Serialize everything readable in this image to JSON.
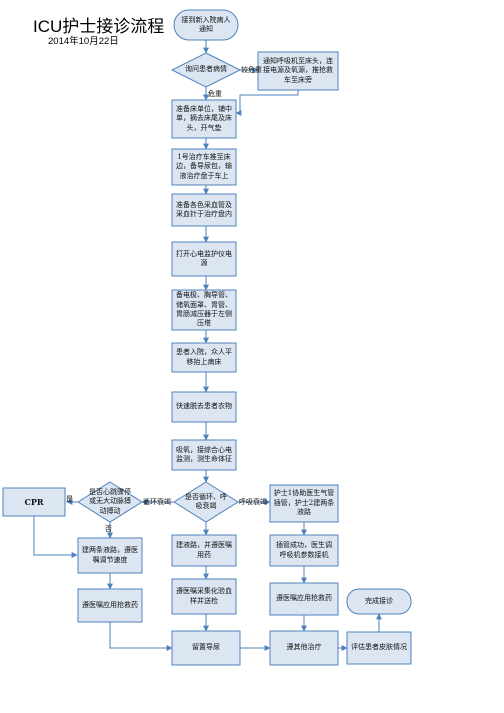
{
  "header": {
    "title": "ICU护士接诊流程",
    "date": "2014年10月22日"
  },
  "nodes": {
    "n_start": "接到新入院病人通知",
    "n_ask": "询问患者病情",
    "n_notify": "通知呼吸机至床头，连接电源及氧源，推抢救车至床旁",
    "n_prep_bed": "准备床单位，铺中单，摘去床尾及床头，开气垫",
    "n_bed1": "1号治疗车推至床边，备导尿包，输液治疗盘于车上",
    "n_tubes": "准备各色采血管及采血针于治疗盘内",
    "n_monitor": "打开心电监护仪电源",
    "n_supplies": "备电极、胸导管、储氧面罩、胃管、胃肠减压器于左侧压塔",
    "n_arrive": "患者入院，众人平移抬上病床",
    "n_undress": "快速脱去患者衣物",
    "n_oxygen": "吸氧，接综合心电监测，测生命体征",
    "n_breath": "是否循环、呼吸衰竭",
    "n_cardiac": "是否心跳骤停或无大动脉搏动搏动",
    "n_cpr": "CPR",
    "n_iv_left": "建两条液路，遵医嘱调节速度",
    "n_med_left": "遵医嘱应用抢救药",
    "n_iv_mid": "建液路，并遵医嘱用药",
    "n_blood": "遵医嘱采集化验血样并送检",
    "n_assist": "护士1协助医生气管插管，护士2建两条液路",
    "n_intub": "插管成功，医生调呼吸机参数接机",
    "n_med_right": "遵医嘱应用抢救药",
    "n_catheter": "留置导尿",
    "n_follow": "遵其他治疗",
    "n_skin": "评估患者皮肤情况",
    "n_done": "完成接诊"
  },
  "edges": {
    "severe": "较危重",
    "stable": "危重",
    "circ": "循环衰竭",
    "resp": "呼吸衰竭",
    "yes": "是",
    "no": "否"
  }
}
